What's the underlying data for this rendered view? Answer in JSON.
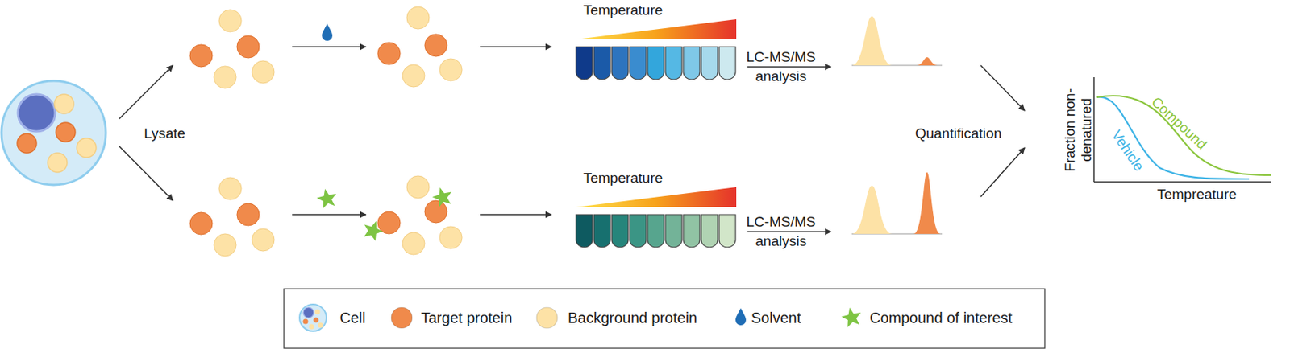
{
  "diagram": {
    "labels": [
      "Temperature",
      "LC-MS/MS analysis",
      "Lysate",
      "Quantification",
      "Fraction non-denatured",
      "Compound",
      "Vehicle",
      "Tempreature",
      "Temperature",
      "LC-MS/MS analysis"
    ],
    "legend": [
      {
        "text": "Cell"
      },
      {
        "text": "Target protein",
        "color": "#f08a4b"
      },
      {
        "text": "Background protein",
        "color": "#fde2a6"
      },
      {
        "text": "Solvent",
        "color": "#1f6db5"
      },
      {
        "text": "Compound of interest",
        "color": "#7ec443"
      }
    ]
  }
}
